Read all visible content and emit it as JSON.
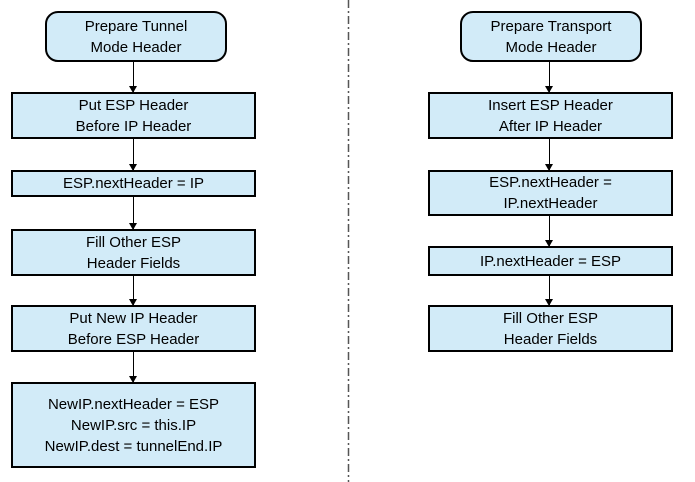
{
  "diagram": {
    "type": "flowchart",
    "colors": {
      "box_fill": "#d2ebf8",
      "box_border": "#000000",
      "arrow": "#000000",
      "divider": "#555555",
      "background": "#ffffff"
    },
    "columns": [
      {
        "id": "tunnel-mode",
        "steps": [
          {
            "shape": "rounded",
            "text": "Prepare Tunnel\nMode Header"
          },
          {
            "shape": "rect",
            "text": "Put ESP Header\nBefore IP Header"
          },
          {
            "shape": "rect",
            "text": "ESP.nextHeader = IP"
          },
          {
            "shape": "rect",
            "text": "Fill Other ESP\nHeader Fields"
          },
          {
            "shape": "rect",
            "text": "Put New IP Header\nBefore ESP Header"
          },
          {
            "shape": "rect",
            "text": "NewIP.nextHeader = ESP\nNewIP.src = this.IP\nNewIP.dest = tunnelEnd.IP"
          }
        ]
      },
      {
        "id": "transport-mode",
        "steps": [
          {
            "shape": "rounded",
            "text": "Prepare Transport\nMode Header"
          },
          {
            "shape": "rect",
            "text": "Insert ESP Header\nAfter IP Header"
          },
          {
            "shape": "rect",
            "text": "ESP.nextHeader =\nIP.nextHeader"
          },
          {
            "shape": "rect",
            "text": "IP.nextHeader = ESP"
          },
          {
            "shape": "rect",
            "text": "Fill Other ESP\nHeader Fields"
          }
        ]
      }
    ]
  }
}
